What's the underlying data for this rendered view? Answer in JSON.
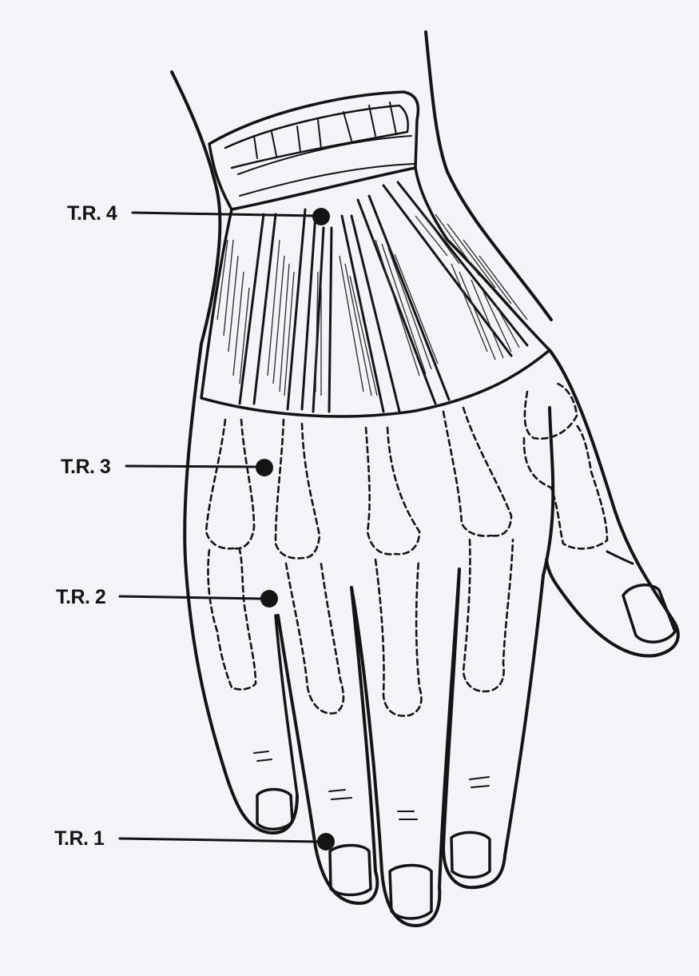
{
  "labels": [
    {
      "id": "tr4",
      "text": "T.R. 4"
    },
    {
      "id": "tr3",
      "text": "T.R. 3"
    },
    {
      "id": "tr2",
      "text": "T.R. 2"
    },
    {
      "id": "tr1",
      "text": "T.R. 1"
    }
  ],
  "colors": {
    "ink": "#141414",
    "paper": "#f3f4f7"
  }
}
